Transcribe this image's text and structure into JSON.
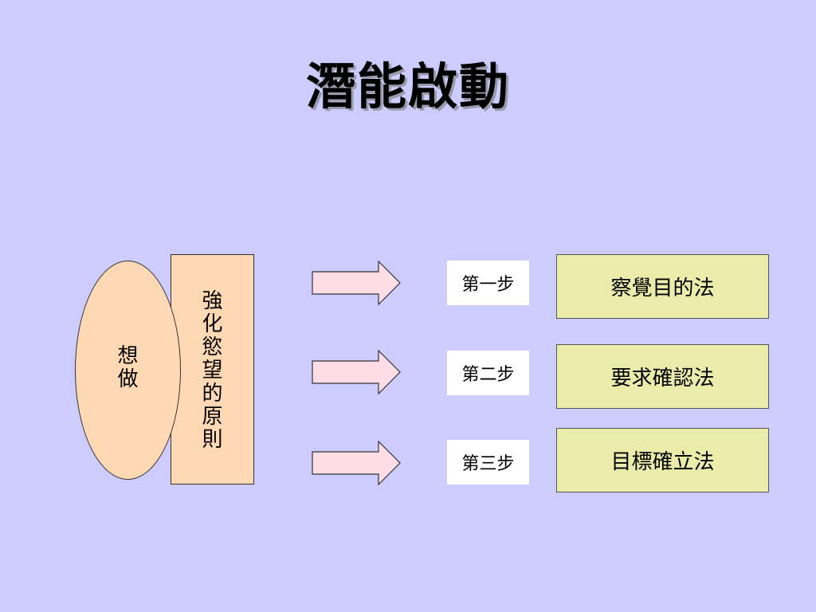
{
  "title": "潛能啟動",
  "left": {
    "oval_label": "想\n做",
    "rect_label": "強\n化\n慾\n望\n的\n原\n則"
  },
  "steps": [
    {
      "label": "第一步",
      "method": "察覺目的法"
    },
    {
      "label": "第二步",
      "method": "要求確認法"
    },
    {
      "label": "第三步",
      "method": "目標確立法"
    }
  ],
  "colors": {
    "background": "#ccccff",
    "shape_fill": "#ffd9b3",
    "arrow_fill": "#ffdde6",
    "method_fill": "#ececaa",
    "step_fill": "#ffffff"
  }
}
